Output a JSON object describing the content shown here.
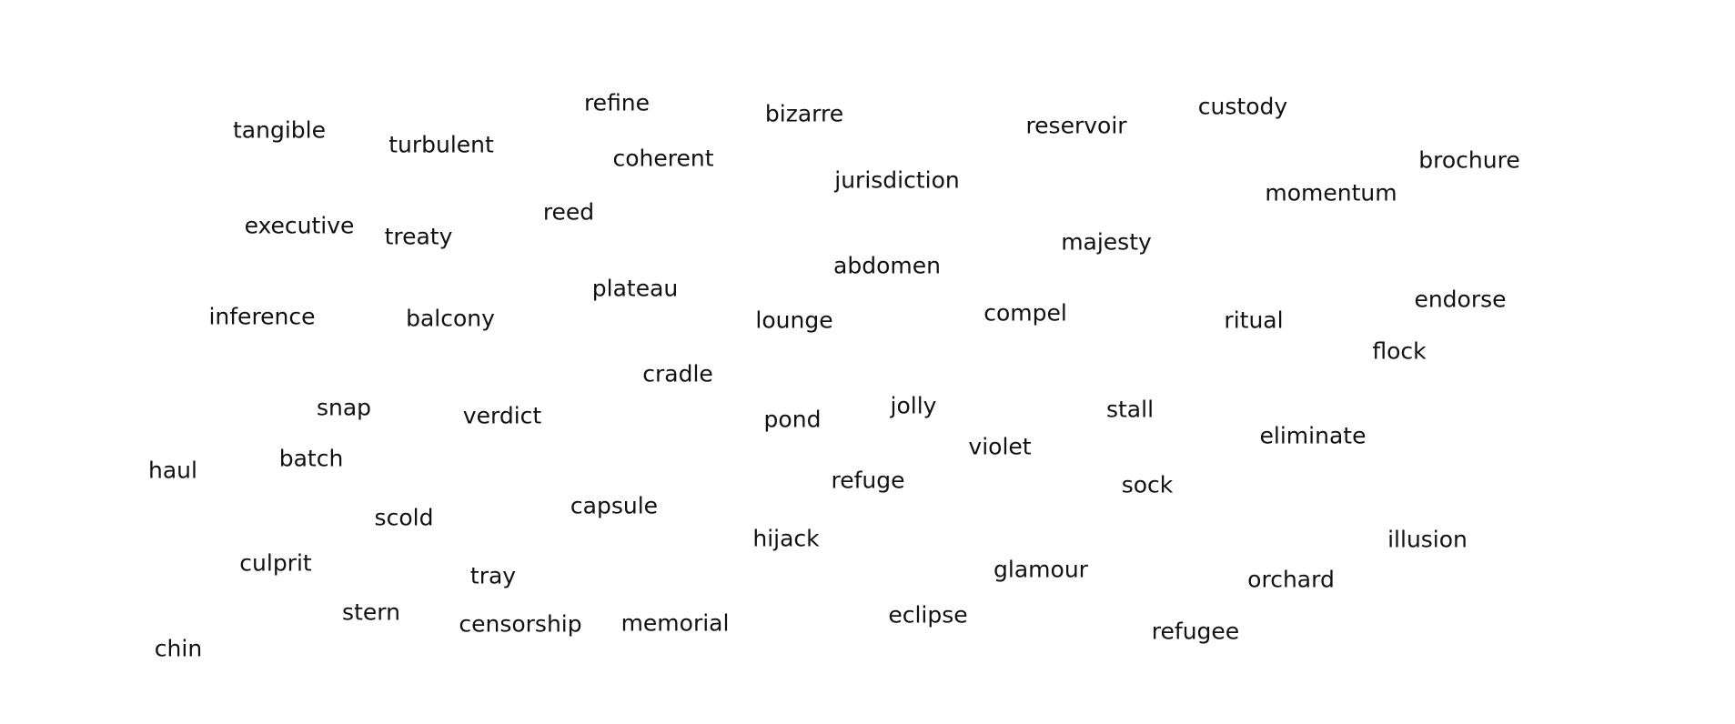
{
  "words": [
    "tangible",
    "turbulent",
    "refine",
    "coherent",
    "bizarre",
    "jurisdiction",
    "reservoir",
    "custody",
    "brochure",
    "momentum",
    "executive",
    "treaty",
    "reed",
    "abdomen",
    "majesty",
    "plateau",
    "endorse",
    "inference",
    "balcony",
    "lounge",
    "compel",
    "ritual",
    "flock",
    "cradle",
    "snap",
    "verdict",
    "pond",
    "jolly",
    "stall",
    "eliminate",
    "haul",
    "batch",
    "violet",
    "refuge",
    "sock",
    "scold",
    "capsule",
    "hijack",
    "illusion",
    "culprit",
    "tray",
    "glamour",
    "orchard",
    "stern",
    "censorship",
    "memorial",
    "eclipse",
    "refugee",
    "chin"
  ]
}
